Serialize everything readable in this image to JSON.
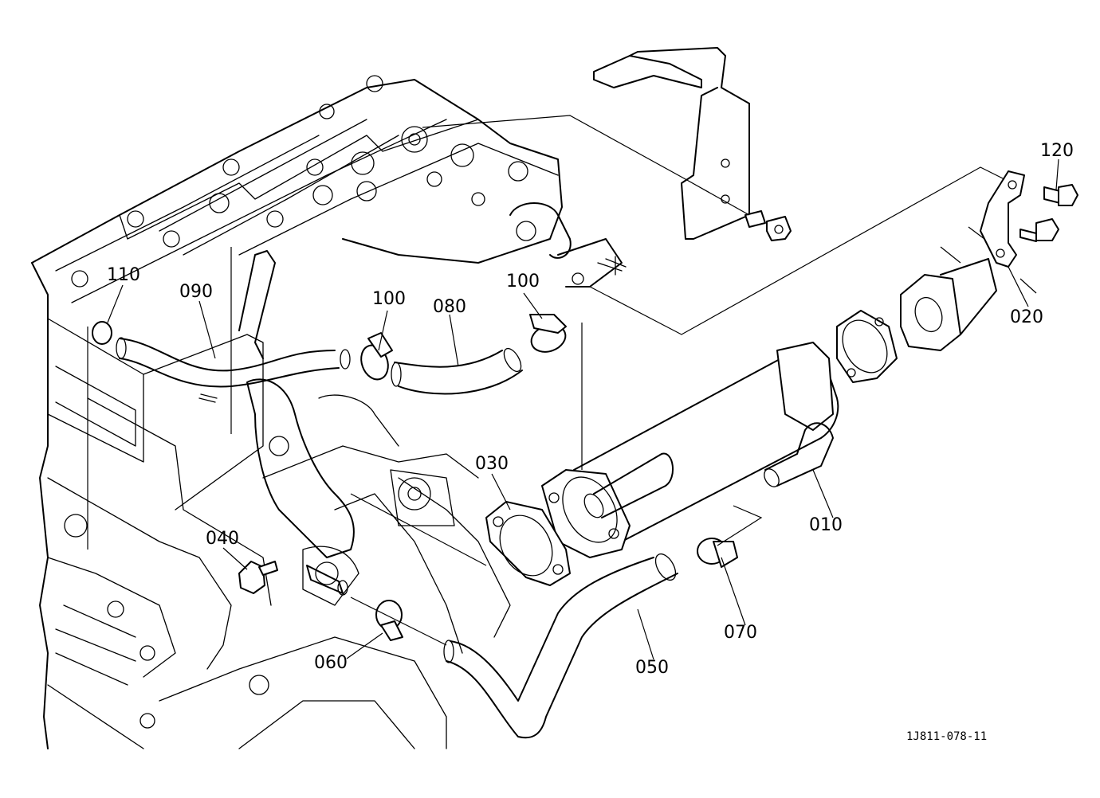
{
  "diagram": {
    "part_labels": {
      "p010": "010",
      "p020": "020",
      "p030": "030",
      "p040": "040",
      "p050": "050",
      "p060": "060",
      "p070": "070",
      "p080": "080",
      "p090": "090",
      "p100a": "100",
      "p100b": "100",
      "p110": "110",
      "p120": "120"
    },
    "figure_code": "1J811-078-11",
    "colors": {
      "ink": "#000000",
      "paper": "#ffffff"
    }
  }
}
